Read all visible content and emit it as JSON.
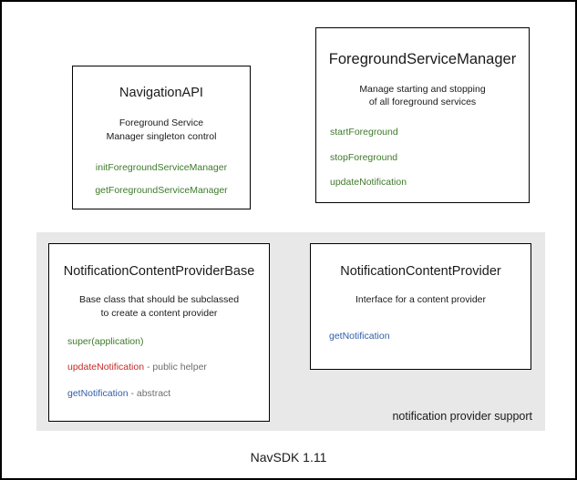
{
  "colors": {
    "method_green": "#3d7a2a",
    "method_red": "#c62b28",
    "method_blue": "#2f5fa8",
    "note_gray": "#6d6d6d",
    "group_background": "#e8e8e8",
    "text": "#1a1a1a",
    "border": "#000000",
    "canvas_background": "#ffffff"
  },
  "footer": {
    "caption": "NavSDK 1.11"
  },
  "group": {
    "label": "notification provider support"
  },
  "boxes": [
    {
      "id": "navigation-api",
      "title": "NavigationAPI",
      "description": [
        "Foreground Service",
        "Manager singleton control"
      ],
      "align": "center",
      "members": [
        {
          "name": "initForegroundServiceManager",
          "color": "method_green",
          "note": ""
        },
        {
          "name": "getForegroundServiceManager",
          "color": "method_green",
          "note": ""
        }
      ]
    },
    {
      "id": "foreground-service-manager",
      "title": "ForegroundServiceManager",
      "description": [
        "Manage starting and stopping",
        "of all foreground services"
      ],
      "align": "left",
      "members": [
        {
          "name": "startForeground",
          "color": "method_green",
          "note": ""
        },
        {
          "name": "stopForeground",
          "color": "method_green",
          "note": ""
        },
        {
          "name": "updateNotification",
          "color": "method_green",
          "note": ""
        }
      ]
    },
    {
      "id": "notification-content-provider-base",
      "title": "NotificationContentProviderBase",
      "description": [
        "Base class that should be subclassed",
        "to create a content provider"
      ],
      "align": "left",
      "members": [
        {
          "name": "super(application)",
          "color": "method_green",
          "note": ""
        },
        {
          "name": "updateNotification",
          "color": "method_red",
          "note": " - public helper"
        },
        {
          "name": "getNotification",
          "color": "method_blue",
          "note": " - abstract"
        }
      ]
    },
    {
      "id": "notification-content-provider",
      "title": "NotificationContentProvider",
      "description": [
        "Interface for a content provider"
      ],
      "align": "left",
      "members": [
        {
          "name": "getNotification",
          "color": "method_blue",
          "note": ""
        }
      ]
    }
  ]
}
